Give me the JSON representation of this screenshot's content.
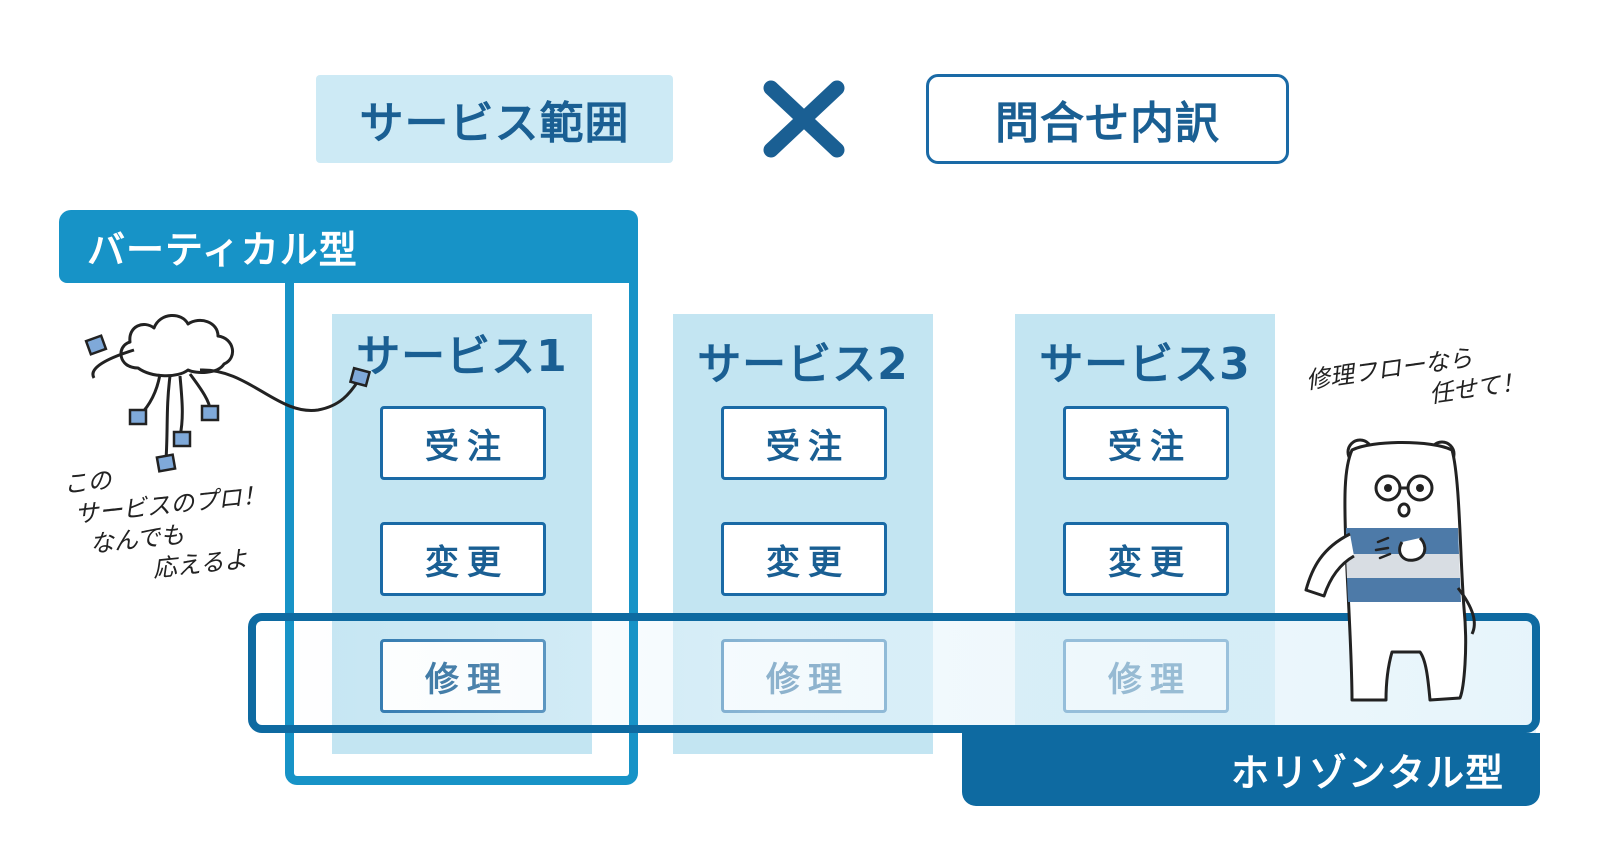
{
  "header": {
    "left_chip": "サービス範囲",
    "right_chip": "問合せ内訳"
  },
  "vertical": {
    "label": "バーティカル型"
  },
  "horizontal": {
    "label": "ホリゾンタル型"
  },
  "services": [
    {
      "title": "サービス1",
      "items": [
        "受注",
        "変更",
        "修理"
      ]
    },
    {
      "title": "サービス2",
      "items": [
        "受注",
        "変更",
        "修理"
      ]
    },
    {
      "title": "サービス3",
      "items": [
        "受注",
        "変更",
        "修理"
      ]
    }
  ],
  "notes": {
    "left": [
      "この",
      "サービスのプロ！",
      "なんでも",
      "応えるよ"
    ],
    "right": [
      "修理フローなら",
      "任せて！"
    ]
  },
  "colors": {
    "navy": "#1a5f93",
    "vertical_blue": "#1793c7",
    "horizontal_blue": "#0e6aa1",
    "light_blue": "#c3e5f2"
  }
}
